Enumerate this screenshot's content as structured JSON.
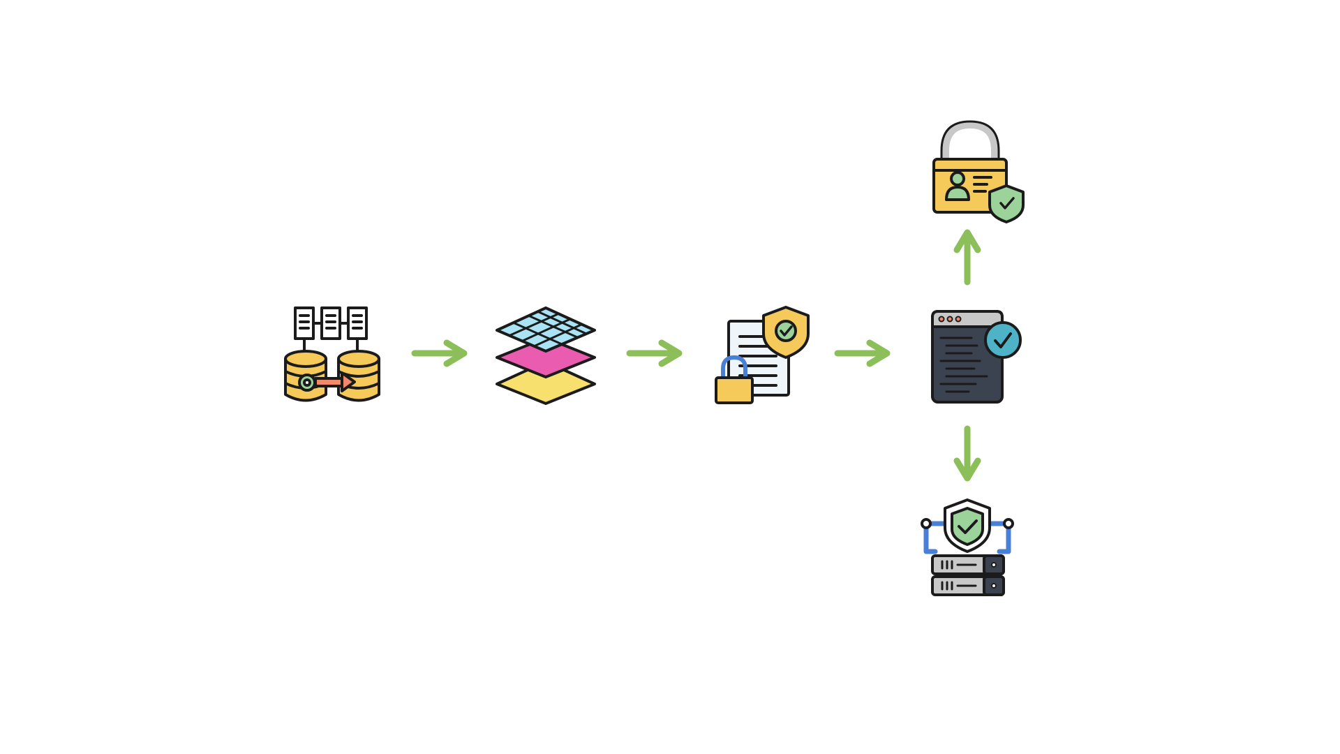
{
  "diagram": {
    "nodes": [
      {
        "id": "data-migration",
        "icon": "database-migration-icon"
      },
      {
        "id": "data-layers",
        "icon": "layers-icon"
      },
      {
        "id": "secure-document",
        "icon": "secure-document-icon"
      },
      {
        "id": "verified-code",
        "icon": "verified-code-window-icon"
      },
      {
        "id": "identity-access",
        "icon": "id-card-lock-icon"
      },
      {
        "id": "secure-server",
        "icon": "secure-server-icon"
      }
    ],
    "edges": [
      {
        "from": "data-migration",
        "to": "data-layers"
      },
      {
        "from": "data-layers",
        "to": "secure-document"
      },
      {
        "from": "secure-document",
        "to": "verified-code"
      },
      {
        "from": "verified-code",
        "to": "identity-access"
      },
      {
        "from": "verified-code",
        "to": "secure-server"
      }
    ],
    "colors": {
      "arrow": "#8cbf5a",
      "outline": "#1b1b1b",
      "gold": "#f5c95a",
      "pink": "#e95cb0",
      "yellow": "#f7e06e",
      "cyan": "#a9e3f4",
      "dark": "#3b4250",
      "gray": "#c8c8c8",
      "green": "#9bd39a",
      "teal": "#4fb3c8",
      "blue": "#4a7fd6",
      "salmon": "#f08a6b",
      "paper": "#eef6fb"
    }
  }
}
